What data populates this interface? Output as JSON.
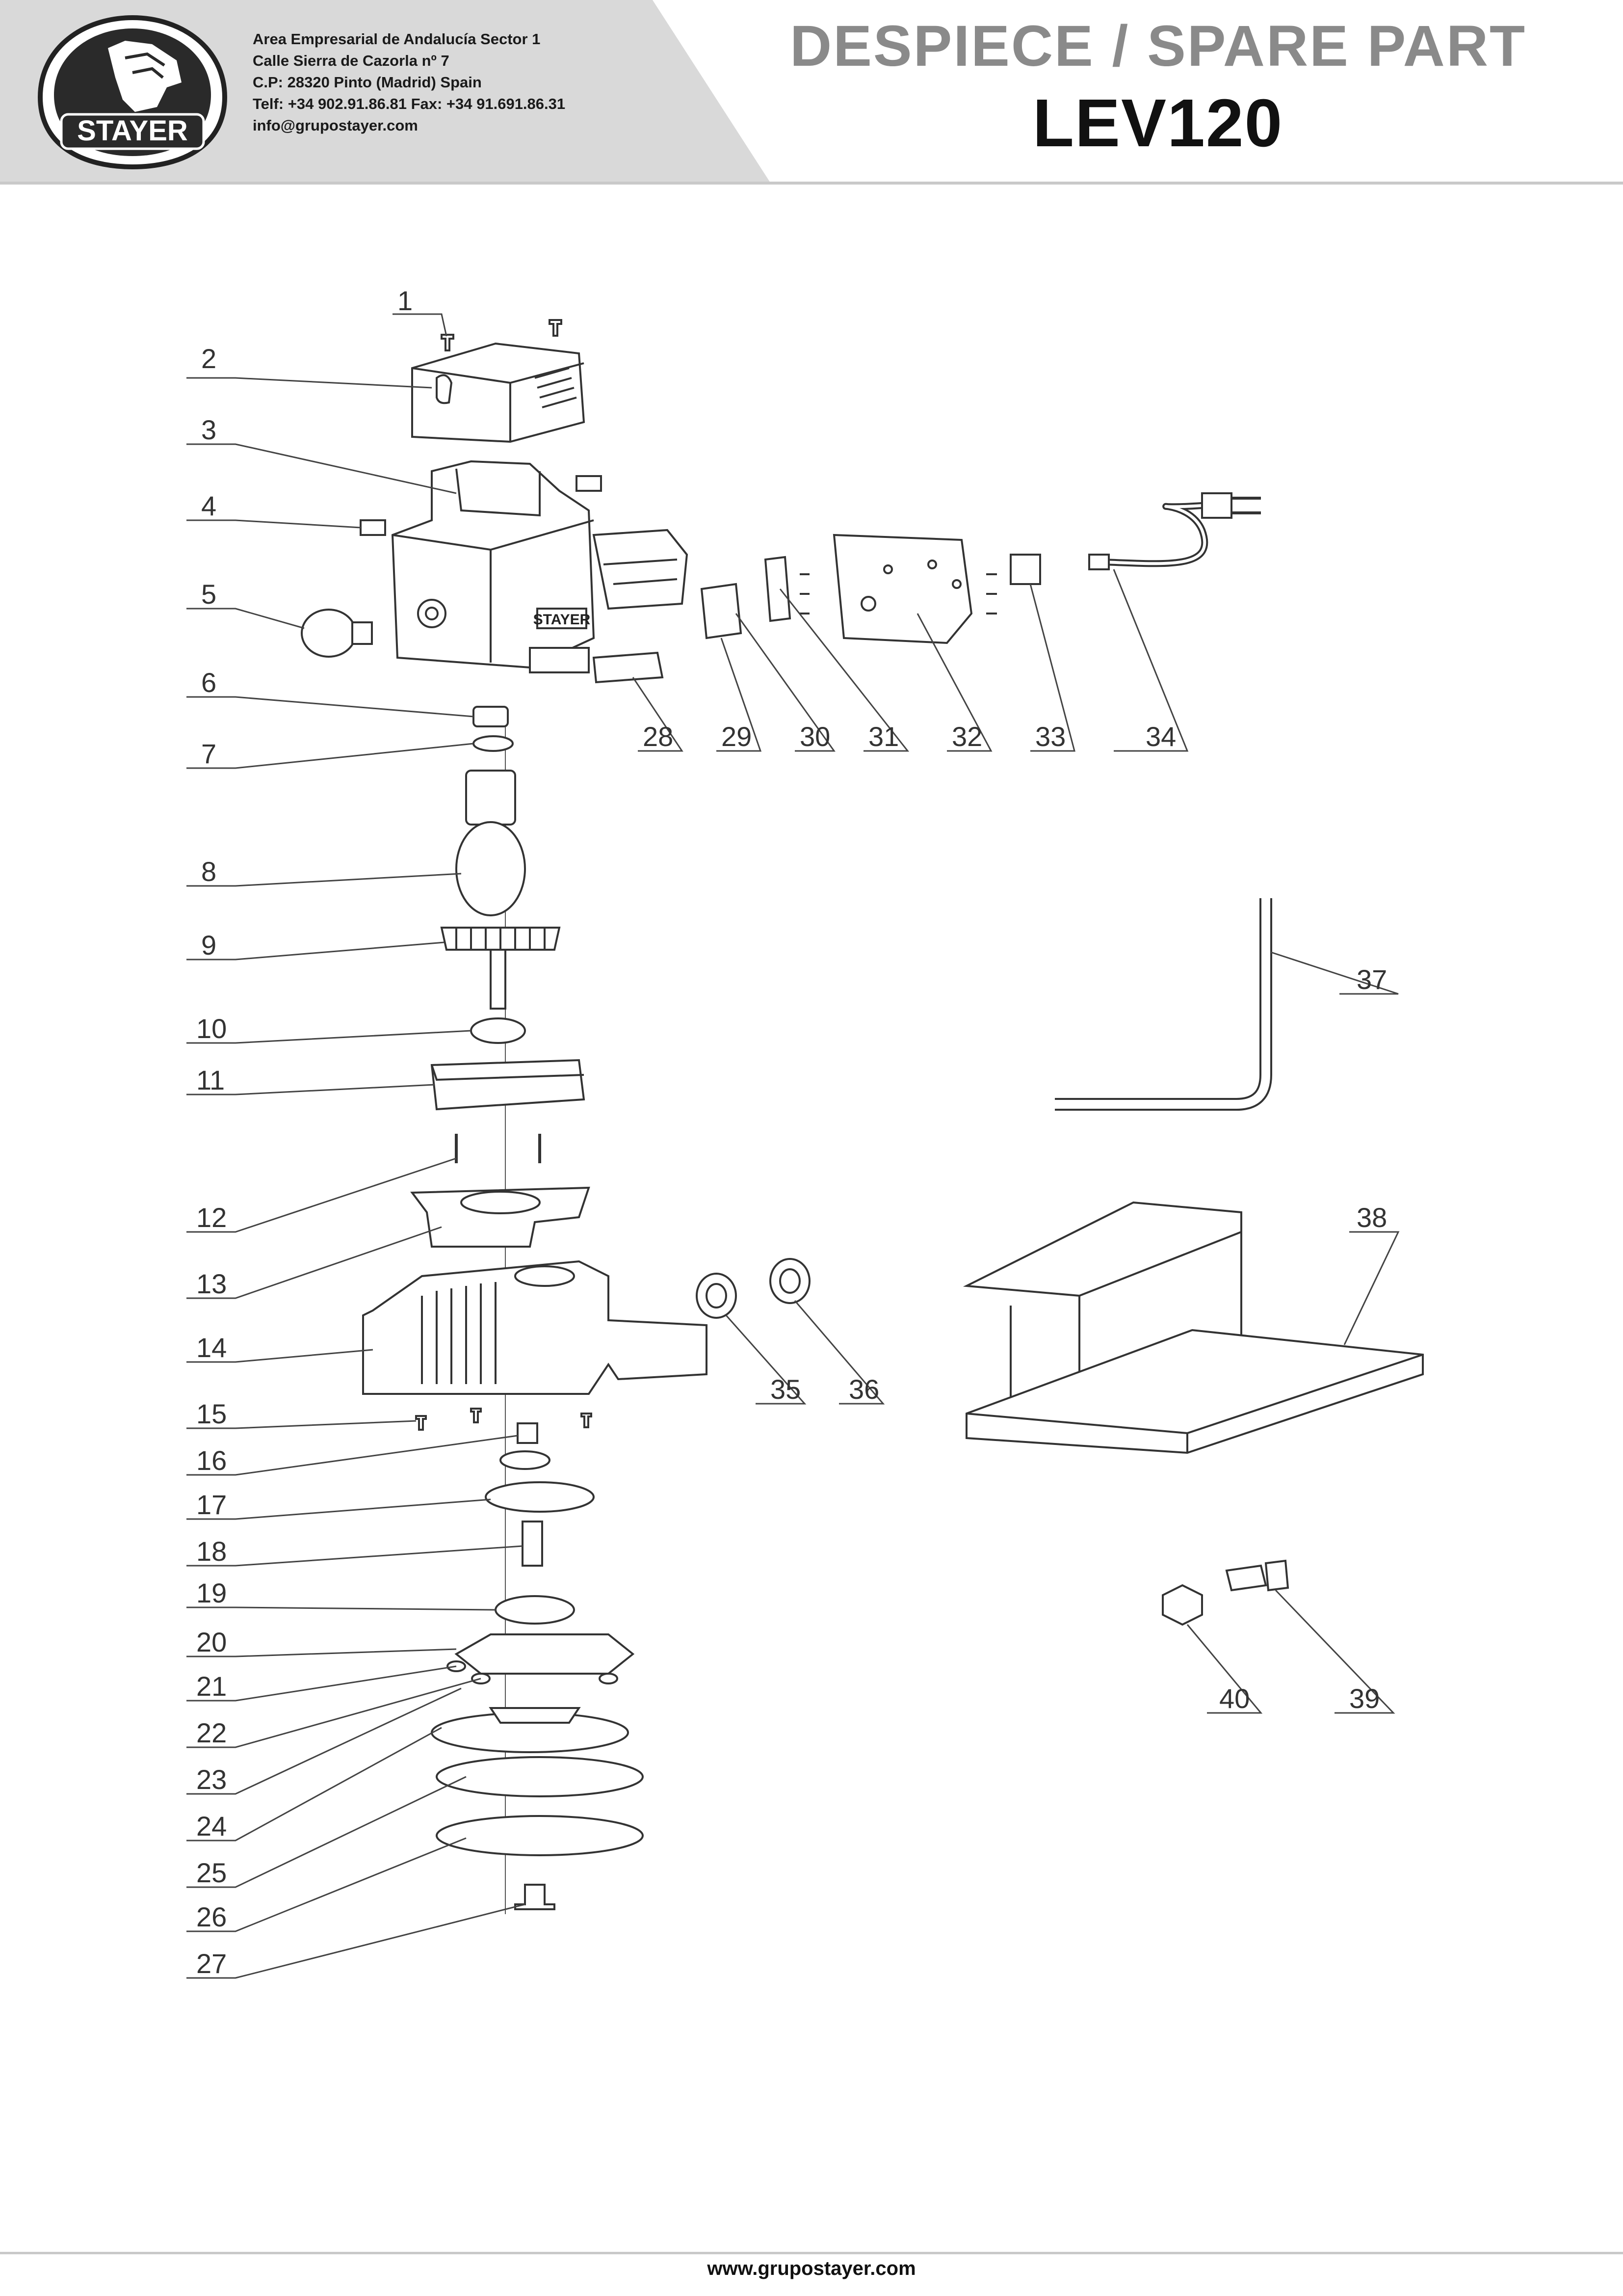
{
  "brand": {
    "logo_text": "STAYER"
  },
  "header": {
    "address_lines": [
      "Area Empresarial de Andalucía Sector 1",
      "Calle Sierra de Cazorla nº 7",
      "C.P: 28320 Pinto (Madrid) Spain",
      "Telf: +34 902.91.86.81 Fax: +34 91.691.86.31",
      "info@grupostayer.com"
    ],
    "title": "DESPIECE / SPARE PART",
    "model": "LEV120"
  },
  "drawing": {
    "callouts": [
      "1",
      "2",
      "3",
      "4",
      "5",
      "6",
      "7",
      "8",
      "9",
      "10",
      "11",
      "12",
      "13",
      "14",
      "15",
      "16",
      "17",
      "18",
      "19",
      "20",
      "21",
      "22",
      "23",
      "24",
      "25",
      "26",
      "27",
      "28",
      "29",
      "30",
      "31",
      "32",
      "33",
      "34",
      "35",
      "36",
      "37",
      "38",
      "39",
      "40"
    ],
    "part_marking": "STAYER"
  },
  "footer": {
    "url": "www.grupostayer.com"
  }
}
